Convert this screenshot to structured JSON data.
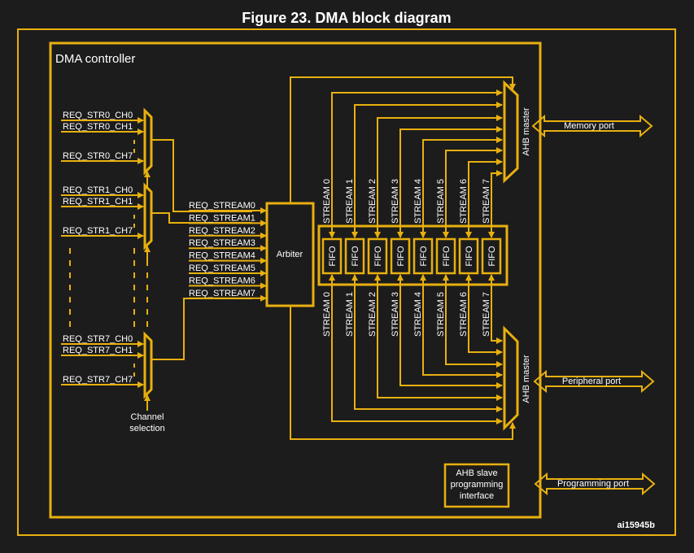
{
  "title": "Figure 23. DMA block diagram",
  "controller_label": "DMA controller",
  "figure_id": "ai15945b",
  "channel_selection": [
    "Channel",
    "selection"
  ],
  "mux_groups": [
    {
      "inputs": [
        "REQ_STR0_CH0",
        "REQ_STR0_CH1",
        "REQ_STR0_CH7"
      ]
    },
    {
      "inputs": [
        "REQ_STR1_CH0",
        "REQ_STR1_CH1",
        "REQ_STR1_CH7"
      ]
    },
    {
      "inputs": [
        "REQ_STR7_CH0",
        "REQ_STR7_CH1",
        "REQ_STR7_CH7"
      ]
    }
  ],
  "req_streams": [
    "REQ_STREAM0",
    "REQ_STREAM1",
    "REQ_STREAM2",
    "REQ_STREAM3",
    "REQ_STREAM4",
    "REQ_STREAM5",
    "REQ_STREAM6",
    "REQ_STREAM7"
  ],
  "arbiter_label": "Arbiter",
  "streams": [
    "STREAM 0",
    "STREAM 1",
    "STREAM 2",
    "STREAM 3",
    "STREAM 4",
    "STREAM 5",
    "STREAM 6",
    "STREAM 7"
  ],
  "fifo_label": "FIFO",
  "ahb_master_label": "AHB master",
  "ports": {
    "memory": "Memory port",
    "peripheral": "Peripheral port",
    "programming": "Programming port"
  },
  "ahb_slave": [
    "AHB slave",
    "programming",
    "interface"
  ],
  "colors": {
    "accent": "#e8b00f",
    "background": "#1c1c1c",
    "text": "#ffffff"
  }
}
